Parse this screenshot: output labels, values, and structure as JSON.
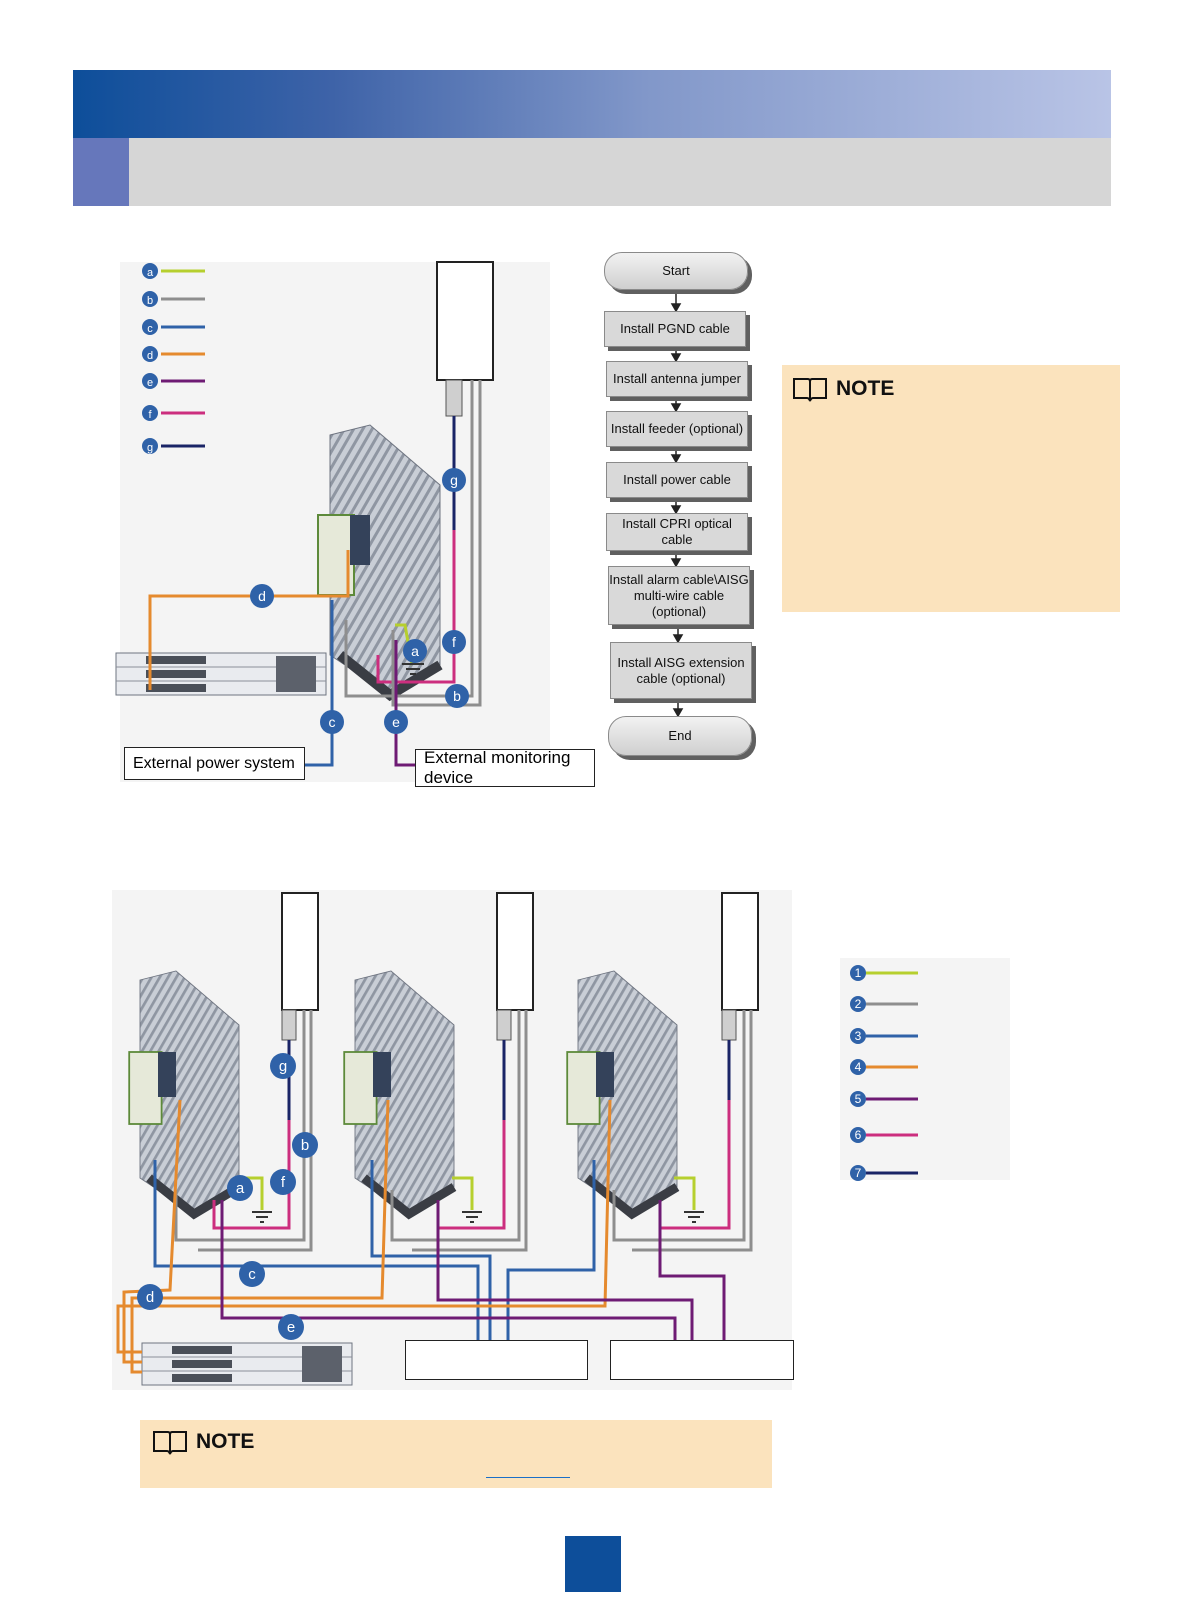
{
  "flowchart": {
    "start": "Start",
    "steps": [
      "Install PGND cable",
      "Install antenna jumper",
      "Install feeder (optional)",
      "Install power cable",
      "Install CPRI optical cable",
      "Install alarm cable\\AISG multi-wire cable (optional)",
      "Install AISG extension cable (optional)"
    ],
    "end": "End"
  },
  "top_note": {
    "title": "NOTE"
  },
  "bottom_note": {
    "title": "NOTE"
  },
  "diagram_top": {
    "legend_letters": [
      "a",
      "b",
      "c",
      "d",
      "e",
      "f",
      "g"
    ],
    "labels": {
      "power": "External power system",
      "monitor": "External monitoring device"
    }
  },
  "diagram_bottom": {
    "legend_numbers": [
      "1",
      "2",
      "3",
      "4",
      "5",
      "6",
      "7"
    ]
  },
  "colors": {
    "a": "#b6cf2e",
    "b": "#8e8e8e",
    "c": "#2f62a8",
    "d": "#e58a2e",
    "e": "#6e1b74",
    "f": "#cc2e7e",
    "g": "#1a2466"
  }
}
